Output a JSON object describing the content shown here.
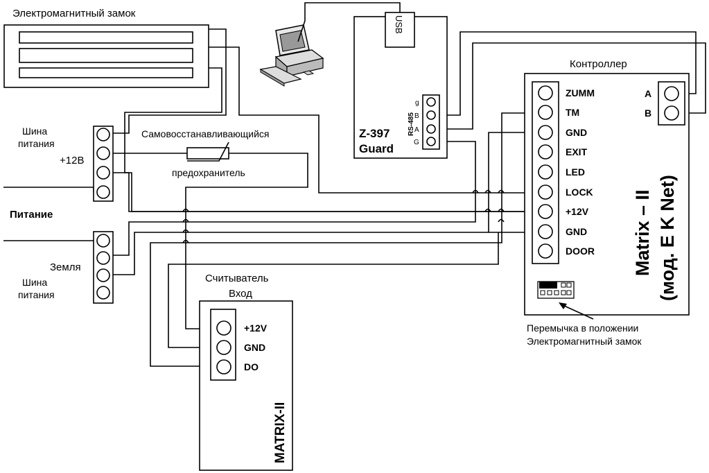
{
  "labels": {
    "lock_title": "Электромагнитный замок",
    "bus_power_1": "Шина",
    "bus_power_2": "питания",
    "plus12": "+12В",
    "fuse_1": "Самовосстанавливающийся",
    "fuse_2": "предохранитель",
    "power": "Питание",
    "ground": "Земля",
    "bus_gnd_1": "Шина",
    "bus_gnd_2": "питания",
    "reader_1": "Считыватель",
    "reader_2": "Вход",
    "controller_title": "Контроллер",
    "jumper_1": "Перемычка в положении",
    "jumper_2": "Электромагнитный замок"
  },
  "controller": {
    "terminals": [
      "ZUMM",
      "TM",
      "GND",
      "EXIT",
      "LED",
      "LOCK",
      "+12V",
      "GND",
      "DOOR"
    ],
    "ab_terminals": [
      "A",
      "B"
    ],
    "model_1": "Matrix – II",
    "model_2": "(мод. E K Net)"
  },
  "converter": {
    "usb": "USB",
    "name_1": "Z-397",
    "name_2": "Guard",
    "rs485": "RS-485",
    "terminals": [
      "g",
      "B",
      "A",
      "G"
    ]
  },
  "reader": {
    "terminals": [
      "+12V",
      "GND",
      "DO"
    ],
    "model": "MATRIX-II"
  }
}
